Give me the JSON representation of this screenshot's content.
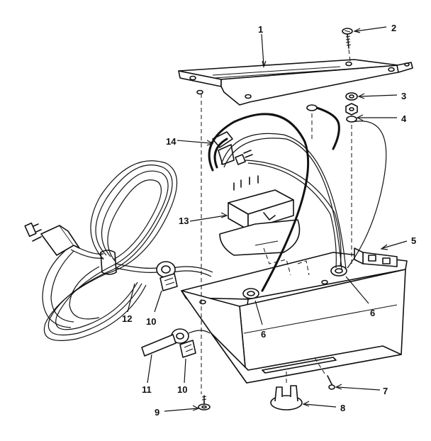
{
  "labels": {
    "l1": "1",
    "l2": "2",
    "l3": "3",
    "l4": "4",
    "l5": "5",
    "l6a": "6",
    "l6b": "6",
    "l7": "7",
    "l8": "8",
    "l9": "9",
    "l10a": "10",
    "l10b": "10",
    "l11": "11",
    "l12": "12",
    "l13": "13",
    "l14": "14"
  }
}
